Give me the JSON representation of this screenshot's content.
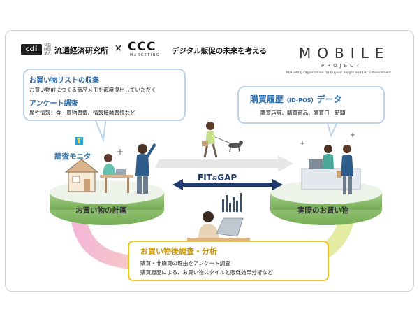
{
  "header": {
    "logo_mark": "cdi",
    "logo_small": "公益 財団法人",
    "institute": "流通経済研究所",
    "cross": "×",
    "ccc_logo": "CCC",
    "ccc_sub": "MARKETING",
    "tagline": "デジタル販促の未来を考える",
    "mobile_logo": "MOBILE",
    "project_sub": "PROJECT",
    "mobile_tagline": "Marketing Organization for Buyers' Insight and List Enhancement"
  },
  "left_bubble": {
    "title1": "お買い物リストの収集",
    "text1": "お買い物前につくる商品メモを都度提出していただく",
    "title2": "アンケート調査",
    "text2": "属性情報：食・買物習慣、情報接触習慣など"
  },
  "right_bubble": {
    "title_main": "購買履歴",
    "title_paren": "（ID-POS）",
    "title_end": "データ",
    "text": "購買店舗、購買商品、購買日・時間"
  },
  "monitor": {
    "t_mark": "T",
    "label": "調査モニタ"
  },
  "center": {
    "fit": "FIT",
    "amp": "&",
    "gap": "GAP"
  },
  "stages": {
    "plan": "お買い物の計画",
    "actual": "実際のお買い物"
  },
  "survey": {
    "title": "お買い物後調査・分析",
    "line1": "購買・非購買の理由をアンケート調査",
    "line2": "購買履歴による、お買い物スタイルと販促効果分析など"
  },
  "colors": {
    "bubble_border": "#b9d3ec",
    "title_blue": "#2d6aa8",
    "platform_green": "#8cc16b",
    "survey_gold": "#f0c41e",
    "arrow_navy": "#1e3a6e",
    "arc_pink": "#f1a7d2"
  }
}
